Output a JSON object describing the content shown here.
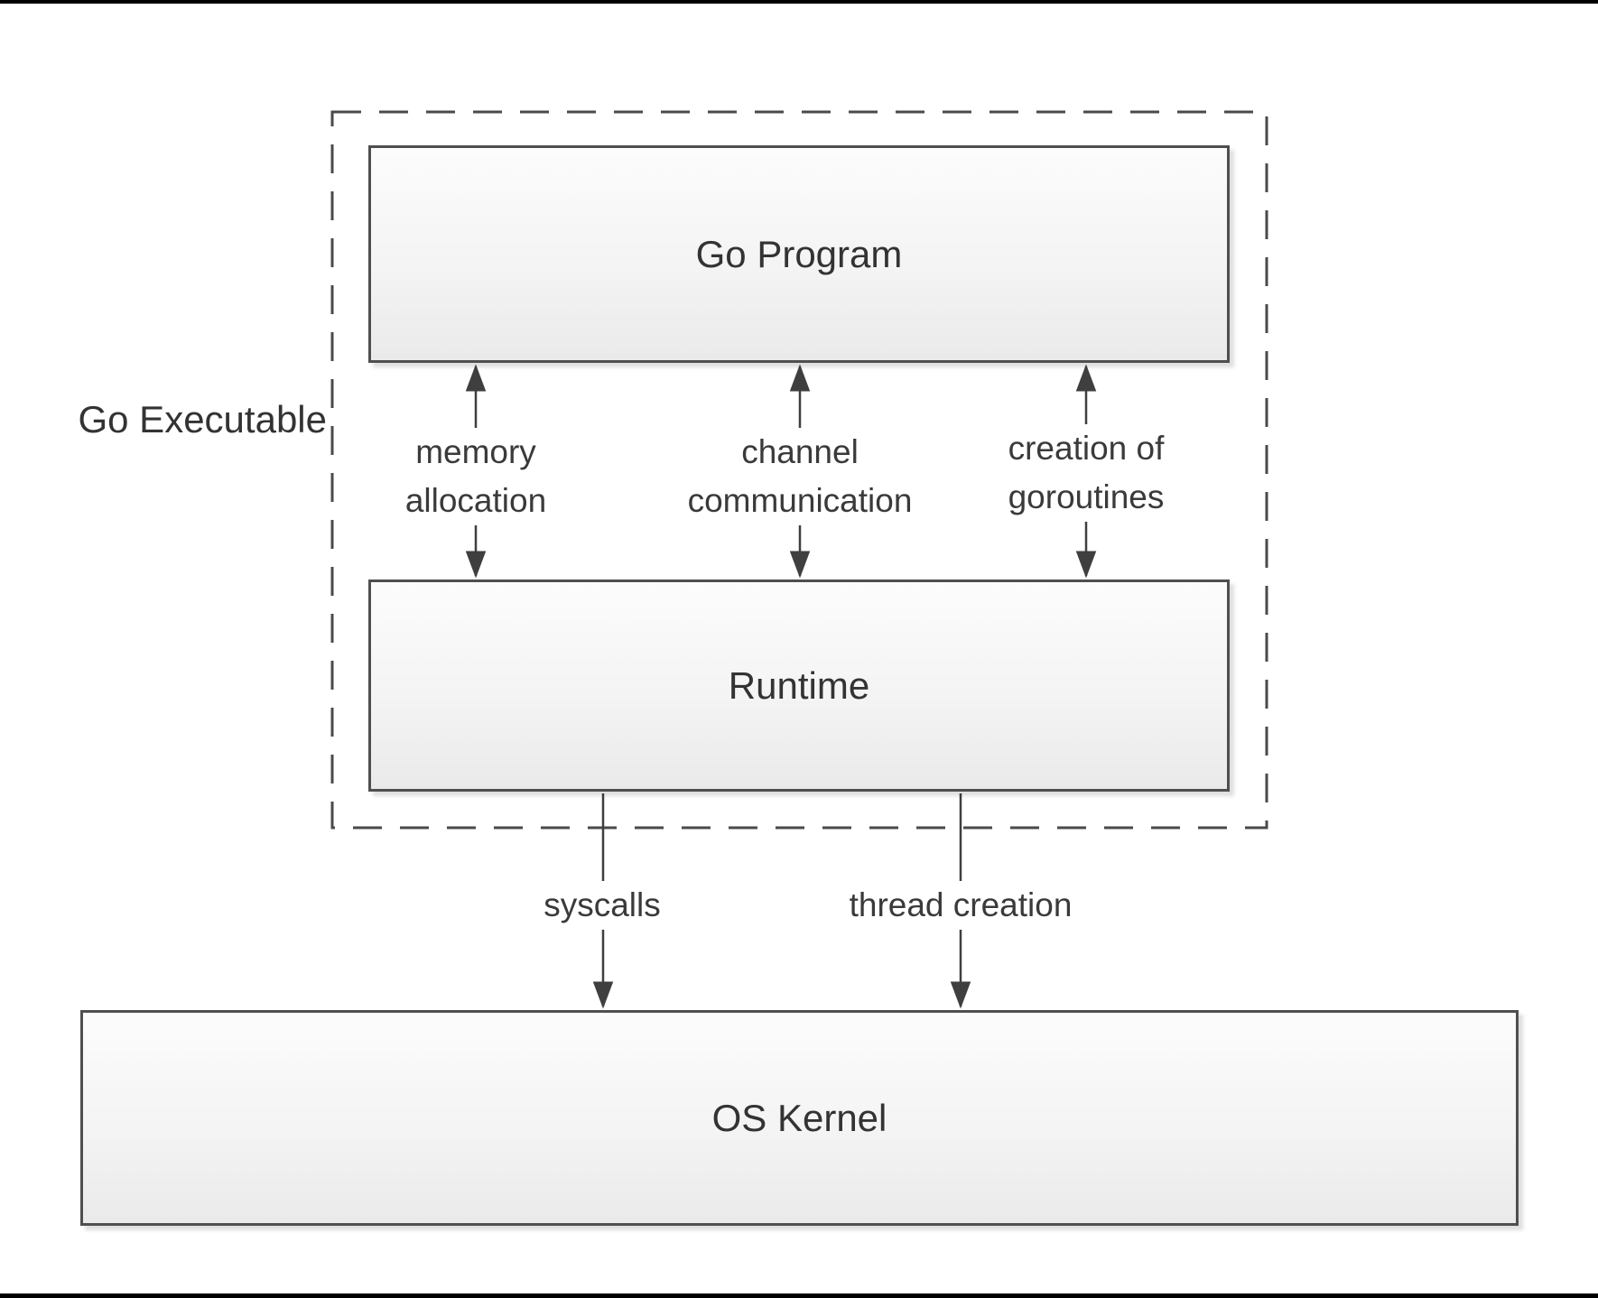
{
  "diagram": {
    "group": {
      "label": "Go Executable"
    },
    "nodes": {
      "go_program": {
        "label": "Go Program"
      },
      "runtime": {
        "label": "Runtime"
      },
      "os_kernel": {
        "label": "OS Kernel"
      }
    },
    "edges": [
      {
        "id": "memory-allocation",
        "label": "memory\nallocation",
        "from": "go_program",
        "to": "runtime",
        "bidirectional": true
      },
      {
        "id": "channel-communication",
        "label": "channel\ncommunication",
        "from": "go_program",
        "to": "runtime",
        "bidirectional": true
      },
      {
        "id": "creation-of-goroutines",
        "label": "creation of\ngoroutines",
        "from": "go_program",
        "to": "runtime",
        "bidirectional": true
      },
      {
        "id": "syscalls",
        "label": "syscalls",
        "from": "runtime",
        "to": "os_kernel",
        "bidirectional": false
      },
      {
        "id": "thread-creation",
        "label": "thread creation",
        "from": "runtime",
        "to": "os_kernel",
        "bidirectional": false
      }
    ],
    "colors": {
      "line": "#3f3f3f",
      "dashed_border": "#4a4a4a",
      "box_border": "#4f4f4f",
      "box_fill_top": "#fcfcfc",
      "box_fill_bottom": "#eaeaea",
      "text": "#333333",
      "background": "#ffffff",
      "screen_edge_bars": "#000000"
    }
  }
}
